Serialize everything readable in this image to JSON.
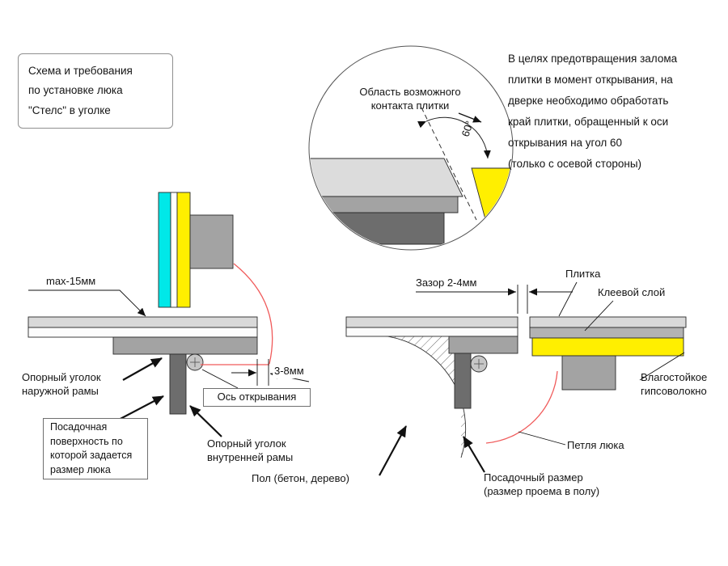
{
  "title_box": {
    "text": "Схема и требования\nпо установке люка\n\"Стелс\" в уголке"
  },
  "note": {
    "text": "В целях предотвращения залома\nплитки в момент открывания, на\nдверке необходимо обработать\nкрай плитки, обращенный к оси\nоткрывания на угол 60\n(только с осевой стороны)"
  },
  "detail": {
    "label": "Область возможного\nконтакта плитки",
    "angle_label": "60°"
  },
  "left_diagram": {
    "max_overhang_label": "max-15мм",
    "gap_label": "3-8мм",
    "outer_angle_label": "Опорный уголок\nнаружной рамы",
    "axis_label": "Ось открывания",
    "seating_surface_label": "Посадочная\nповерхность по\nкоторой задается\nразмер люка",
    "inner_angle_label": "Опорный уголок\nвнутренней рамы"
  },
  "right_diagram": {
    "gap_label": "Зазор 2-4мм",
    "tile_label": "Плитка",
    "glue_label": "Клеевой слой",
    "gvl_label": "Влагостойкое\nгипсоволокно",
    "hinge_label": "Петля люка",
    "floor_label": "Пол (бетон, дерево)",
    "seat_size_label": "Посадочный размер\n(размер проема в полу)"
  },
  "colors": {
    "tile_cyan": "#00e8e8",
    "gvl_yellow": "#ffef00",
    "light_gray": "#d9d9d9",
    "mid_gray": "#a3a3a3",
    "dark_gray": "#6d6d6d",
    "trajectory_red": "#f05a5a",
    "outline": "#2b2b2b"
  }
}
